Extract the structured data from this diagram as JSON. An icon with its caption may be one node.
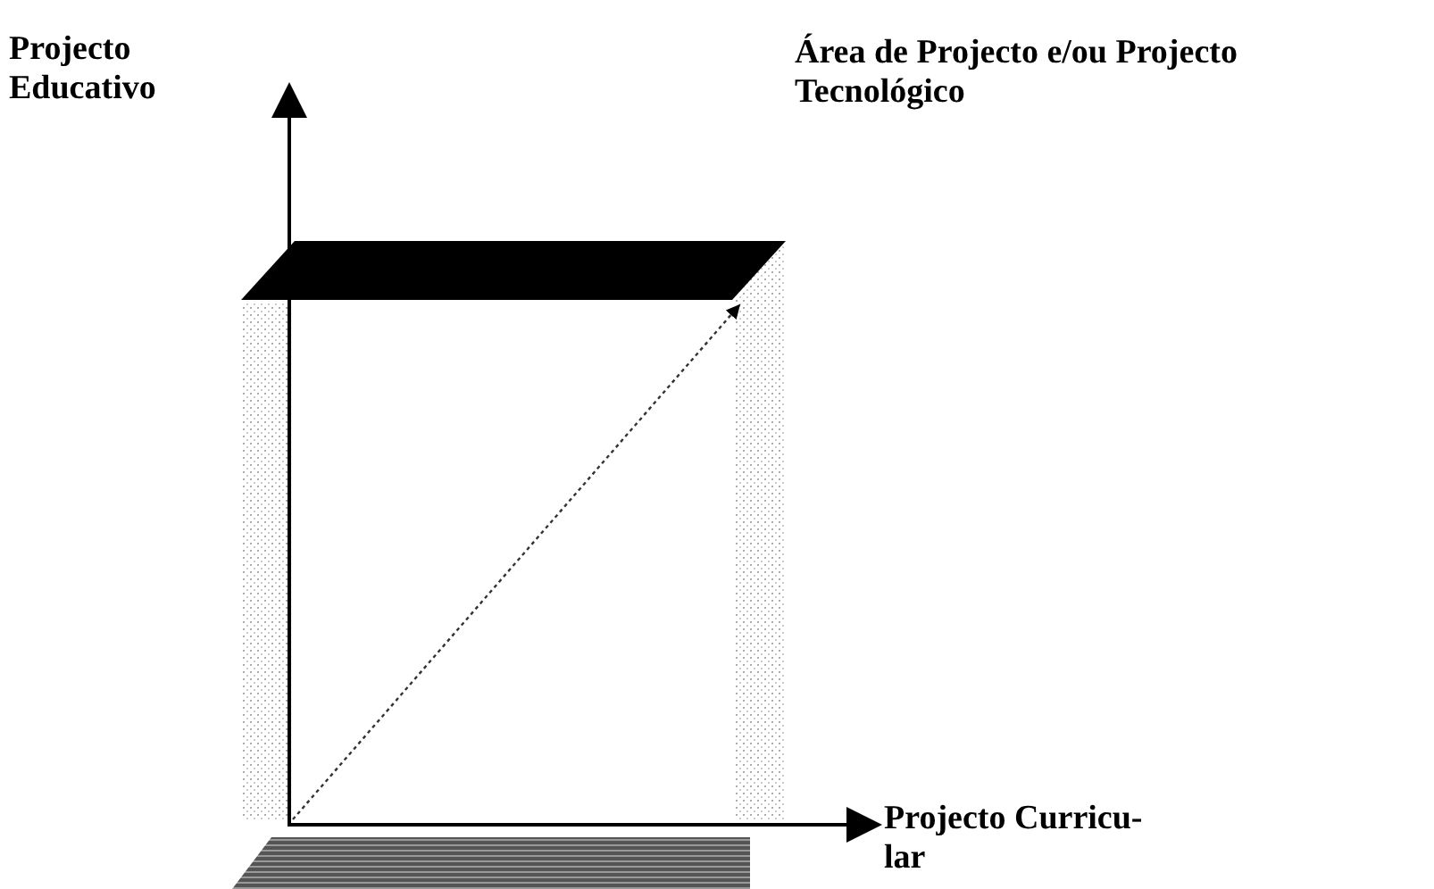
{
  "diagram": {
    "labels": [
      "Projecto Educativo",
      "Área de Projecto e/ou Projecto Tecnológico",
      "Projecto Curricu- lar"
    ]
  }
}
